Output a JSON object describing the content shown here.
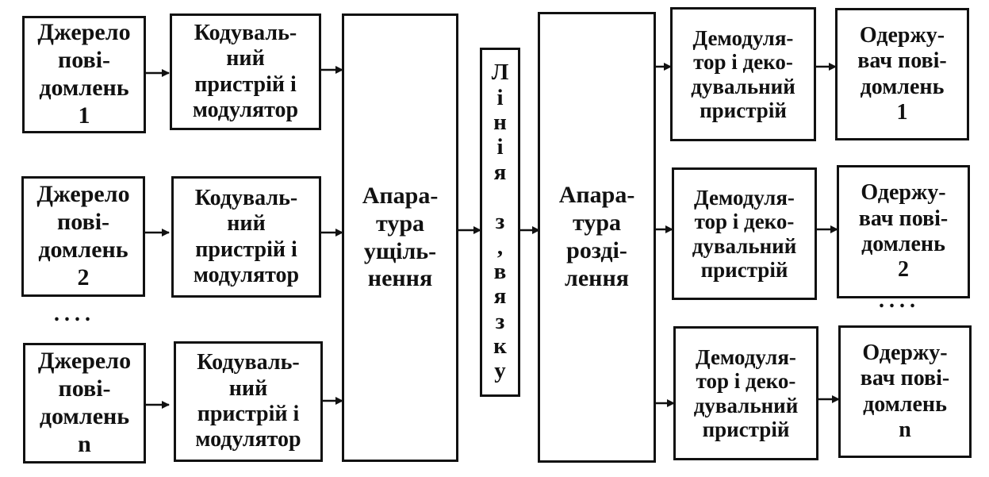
{
  "colors": {
    "stroke": "#111111",
    "fill": "#ffffff"
  },
  "sources": [
    {
      "label": "Джерело\nпові-\nдомлень\n1"
    },
    {
      "label": "Джерело\nпові-\nдомлень\n2"
    },
    {
      "label": "Джерело\nпові-\nдомлень\nn"
    }
  ],
  "encoders": [
    {
      "label": "Кодуваль-\nний\nпристрій і\nмодулятор"
    },
    {
      "label": "Кодуваль-\nний\nпристрій і\nмодулятор"
    },
    {
      "label": "Кодуваль-\nний\nпристрій і\nмодулятор"
    }
  ],
  "multiplexer": {
    "label": "Апара-\nтура\nущіль-\nнення"
  },
  "channel": {
    "label": "Л\nі\nн\nі\nя\n\nз\n,\nв\nя\nз\nк\nу"
  },
  "demultiplexer": {
    "label": "Апара-\nтура\nрозді-\nлення"
  },
  "decoders": [
    {
      "label": "Демодуля-\nтор і деко-\nдувальний\nпристрій"
    },
    {
      "label": "Демодуля-\nтор і деко-\nдувальний\nпристрій"
    },
    {
      "label": "Демодуля-\nтор і деко-\nдувальний\nпристрій"
    }
  ],
  "receivers": [
    {
      "label": "Одержу-\nвач пові-\nдомлень\n1"
    },
    {
      "label": "Одержу-\nвач пові-\nдомлень\n2"
    },
    {
      "label": "Одержу-\nвач пові-\nдомлень\nn"
    }
  ],
  "ellipsis_left": "....",
  "ellipsis_right": "...."
}
